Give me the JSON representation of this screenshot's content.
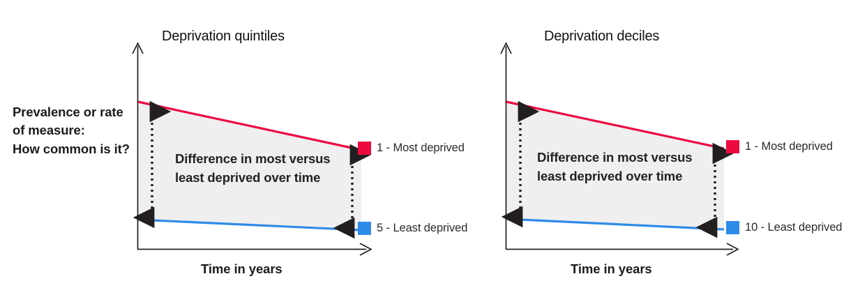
{
  "figure": {
    "y_axis_caption": "Prevalence or rate of measure:\nHow common is it?",
    "colors": {
      "most_deprived": "#ED0A3F",
      "least_deprived": "#2E8BE8",
      "shaded_gap": "#EFEFEF",
      "axis": "#231f20",
      "text": "#1b1b1b"
    }
  },
  "panels": [
    {
      "id": "quintiles",
      "title": "Deprivation quintiles",
      "x_axis_label": "Time in years",
      "annotation": "Difference in most versus least deprived over time",
      "legend": [
        {
          "label": "1 - Most deprived",
          "color": "#ED0A3F",
          "marker": "red-square-marker"
        },
        {
          "label": "5 - Least deprived",
          "color": "#2E8BE8",
          "marker": "blue-square-marker"
        }
      ],
      "series": [
        {
          "name": "1 - Most deprived",
          "color": "#ED0A3F",
          "points": [
            {
              "x": 0,
              "y": 0.855
            },
            {
              "x": 1,
              "y": 0.625
            }
          ]
        },
        {
          "name": "5 - Least deprived",
          "color": "#2E8BE8",
          "points": [
            {
              "x": 0,
              "y": 0.265
            },
            {
              "x": 1,
              "y": 0.215
            }
          ]
        }
      ],
      "gap_arrows": [
        {
          "name": "left-gap-arrow",
          "x": 0.07,
          "from_y": 0.855,
          "to_y": 0.265
        },
        {
          "name": "right-gap-arrow",
          "x": 0.955,
          "from_y": 0.625,
          "to_y": 0.215
        }
      ]
    },
    {
      "id": "deciles",
      "title": "Deprivation deciles",
      "x_axis_label": "Time in years",
      "annotation": "Difference in most versus least deprived over time",
      "legend": [
        {
          "label": "1 - Most deprived",
          "color": "#ED0A3F",
          "marker": "red-square-marker"
        },
        {
          "label": "10 - Least deprived",
          "color": "#2E8BE8",
          "marker": "blue-square-marker"
        }
      ],
      "series": [
        {
          "name": "1 - Most deprived",
          "color": "#ED0A3F",
          "points": [
            {
              "x": 0,
              "y": 0.855
            },
            {
              "x": 1,
              "y": 0.625
            }
          ]
        },
        {
          "name": "10 - Least deprived",
          "color": "#2E8BE8",
          "points": [
            {
              "x": 0,
              "y": 0.265
            },
            {
              "x": 1,
              "y": 0.215
            }
          ]
        }
      ],
      "gap_arrows": [
        {
          "name": "left-gap-arrow",
          "x": 0.07,
          "from_y": 0.855,
          "to_y": 0.265
        },
        {
          "name": "right-gap-arrow",
          "x": 0.955,
          "from_y": 0.625,
          "to_y": 0.215
        }
      ]
    }
  ],
  "chart_data": {
    "type": "line",
    "title": "Deprivation quintiles / Deprivation deciles",
    "xlabel": "Time in years",
    "ylabel": "Prevalence or rate of measure: How common is it?",
    "x": [
      "start",
      "end"
    ],
    "axes_have_ticks": false,
    "grid": false,
    "legend_position": "right",
    "annotation": "Difference in most versus least deprived over time",
    "charts": [
      {
        "title": "Deprivation quintiles",
        "series": [
          {
            "name": "1 - Most deprived",
            "values": [
              0.855,
              0.625
            ],
            "color": "#ED0A3F"
          },
          {
            "name": "5 - Least deprived",
            "values": [
              0.265,
              0.215
            ],
            "color": "#2E8BE8"
          }
        ]
      },
      {
        "title": "Deprivation deciles",
        "series": [
          {
            "name": "1 - Most deprived",
            "values": [
              0.855,
              0.625
            ],
            "color": "#ED0A3F"
          },
          {
            "name": "10 - Least deprived",
            "values": [
              0.265,
              0.215
            ],
            "color": "#2E8BE8"
          }
        ]
      }
    ]
  }
}
